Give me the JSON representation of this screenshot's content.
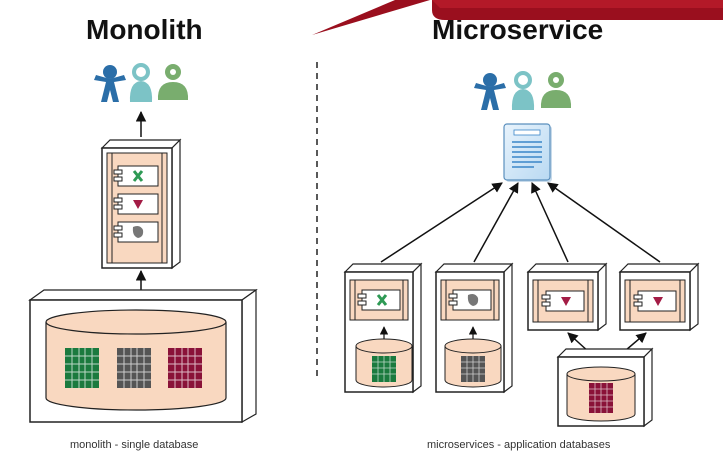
{
  "monolith": {
    "title": "Monolith",
    "caption": "monolith - single database"
  },
  "microservice": {
    "title": "Microservice",
    "caption": "microservices - application databases"
  },
  "colors": {
    "banner": "#9a0f1e",
    "server_fill": "#ffffff",
    "server_inner": "#f9d8c0",
    "database_fill": "#f9d8c0",
    "user_blue": "#2b6ea8",
    "user_teal": "#7cc3c6",
    "user_green": "#79ad6e",
    "green_table": "#1b7a3e",
    "gray_table": "#555555",
    "red_table": "#8a1238",
    "service_green": "#2e9a55",
    "service_red": "#a31c45",
    "service_gray": "#777777",
    "document_blue": "#3a86c8"
  },
  "icons": [
    "user-blue-icon",
    "user-teal-icon",
    "user-green-icon",
    "document-icon",
    "component-icon",
    "database-icon",
    "table-grid-icon"
  ]
}
